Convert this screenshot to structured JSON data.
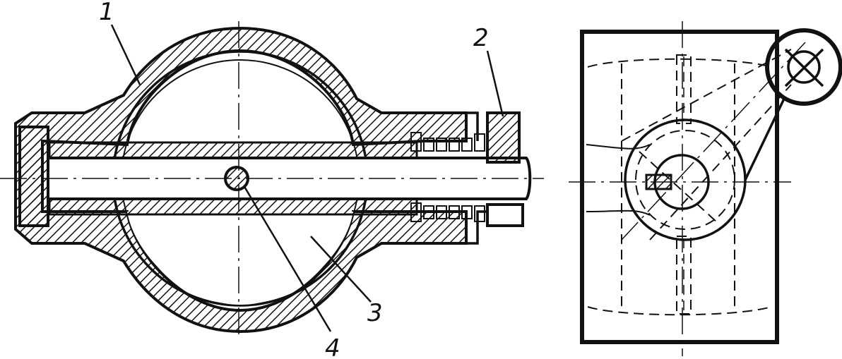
{
  "figure": {
    "callouts": [
      {
        "id": "1",
        "text": "1"
      },
      {
        "id": "2",
        "text": "2"
      },
      {
        "id": "3",
        "text": "3"
      },
      {
        "id": "4",
        "text": "4"
      }
    ],
    "ink_color": "#111111",
    "background": "#ffffff"
  }
}
